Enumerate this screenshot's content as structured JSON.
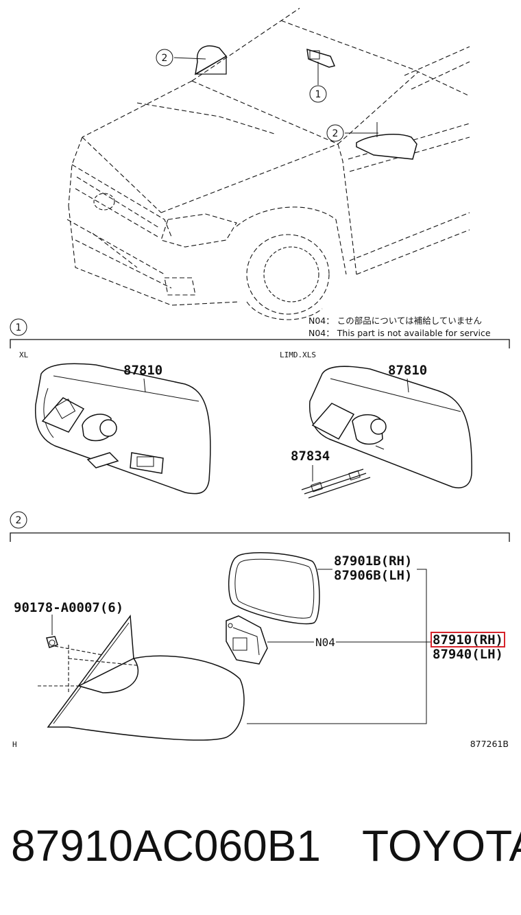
{
  "callouts": {
    "one": "1",
    "two": "2"
  },
  "note": {
    "jp": "N04： この部品については補給していません",
    "en": "N04：  This part is not available for service"
  },
  "section1": {
    "variant_left": "XL",
    "variant_right": "LIMD.XLS",
    "left_part": "87810",
    "right_part": "87810",
    "right_sub_part": "87834"
  },
  "section2": {
    "glass_rh": "87901B(RH)",
    "glass_lh": "87906B(LH)",
    "screw": "90178-A0007(6)",
    "actuator_note": "N04",
    "mirror_rh": "87910(RH)",
    "mirror_lh": "87940(LH)",
    "corner_left": "H",
    "figure_code": "877261B"
  },
  "caption": {
    "part_number": "87910AC060B1",
    "brand": "TOYOTA"
  },
  "colors": {
    "highlight": "#d6222a",
    "ink": "#111111"
  }
}
